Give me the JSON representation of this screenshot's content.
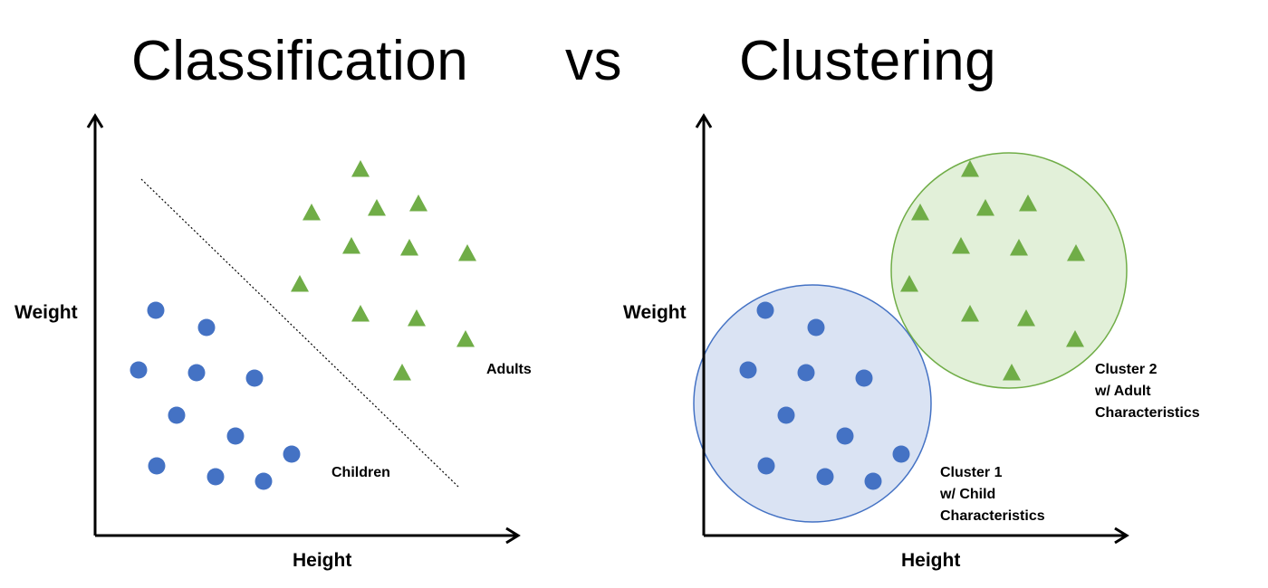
{
  "header": {
    "left_title": "Classification",
    "vs": "vs",
    "right_title": "Clustering"
  },
  "colors": {
    "child_point": "#4472c4",
    "adult_point": "#70ad47",
    "cluster1_fill": "#dae3f3",
    "cluster1_stroke": "#4472c4",
    "cluster2_fill": "#e2f0d9",
    "cluster2_stroke": "#70ad47",
    "axis": "#000000",
    "boundary": "#000000"
  },
  "classification": {
    "y_axis_label": "Weight",
    "x_axis_label": "Height",
    "children_label": "Children",
    "adults_label": "Adults",
    "boundary_style": "dotted"
  },
  "clustering": {
    "y_axis_label": "Weight",
    "x_axis_label": "Height",
    "cluster1_label": [
      "Cluster 1",
      "w/ Child",
      "Characteristics"
    ],
    "cluster2_label": [
      "Cluster 2",
      "w/ Adult",
      "Characteristics"
    ]
  }
}
